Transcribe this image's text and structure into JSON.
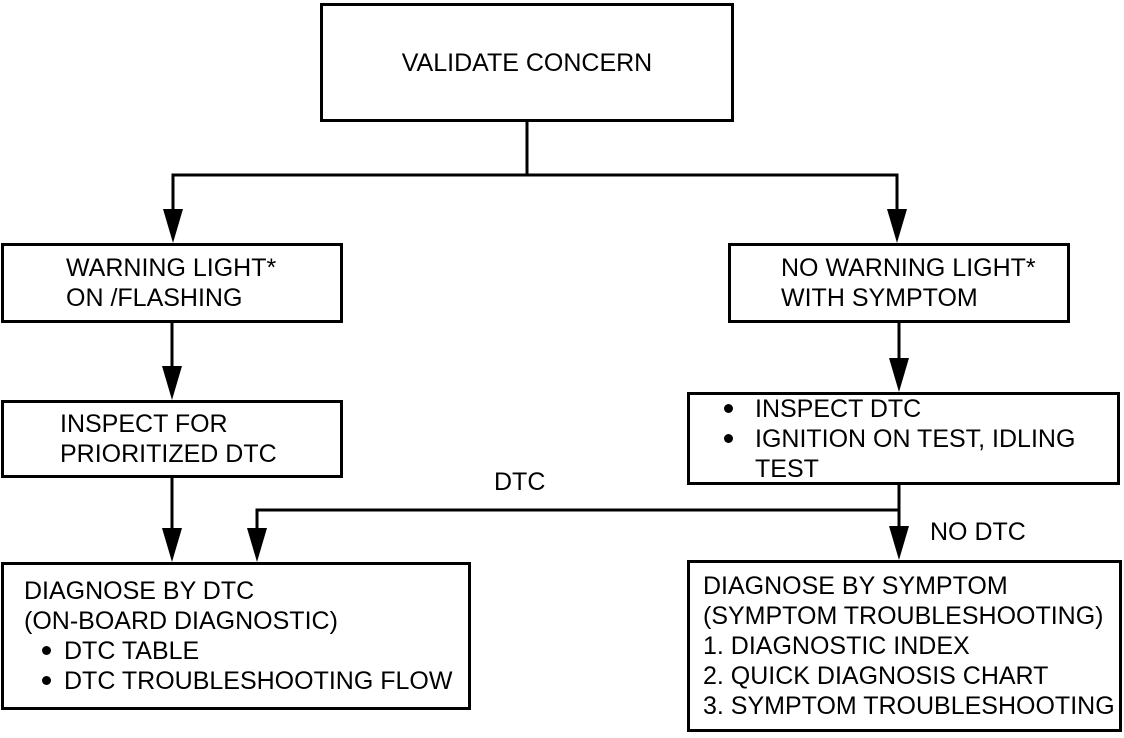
{
  "diagram": {
    "background": "#ffffff",
    "line_color": "#000000",
    "nodes": {
      "validate_concern": {
        "text": "VALIDATE CONCERN"
      },
      "warning_light": {
        "lines": [
          "WARNING LIGHT*",
          "ON /FLASHING"
        ]
      },
      "no_warning_light": {
        "lines": [
          "NO WARNING LIGHT*",
          "WITH SYMPTOM"
        ]
      },
      "inspect_prioritized_dtc": {
        "lines": [
          "INSPECT FOR",
          "PRIORITIZED DTC"
        ]
      },
      "inspect_dtc": {
        "bullets": [
          "INSPECT DTC",
          "IGNITION ON TEST, IDLING TEST"
        ]
      },
      "diagnose_by_dtc": {
        "lines": [
          "DIAGNOSE BY DTC",
          "(ON-BOARD DIAGNOSTIC)"
        ],
        "bullets": [
          "DTC TABLE",
          "DTC TROUBLESHOOTING FLOW"
        ]
      },
      "diagnose_by_symptom": {
        "lines": [
          "DIAGNOSE BY SYMPTOM",
          "(SYMPTOM TROUBLESHOOTING)"
        ],
        "numbered": [
          "1. DIAGNOSTIC INDEX",
          "2. QUICK DIAGNOSIS CHART",
          "3. SYMPTOM TROUBLESHOOTING"
        ]
      }
    },
    "edge_labels": {
      "dtc": "DTC",
      "no_dtc": "NO DTC"
    }
  }
}
